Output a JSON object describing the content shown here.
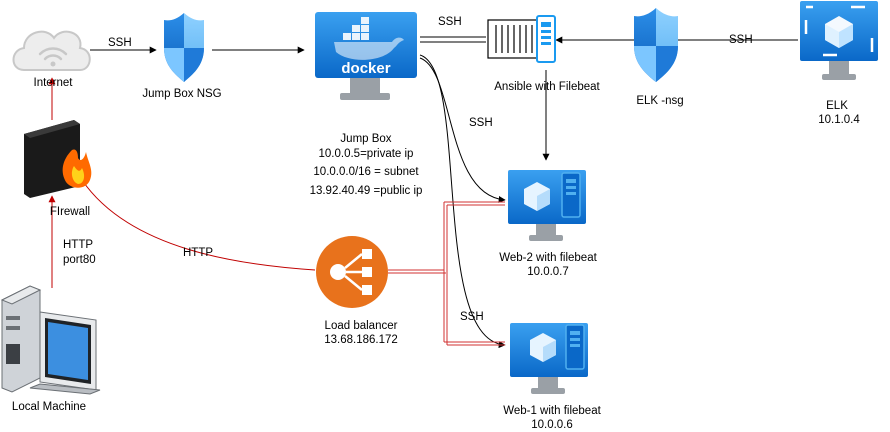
{
  "nodes": {
    "internet": {
      "label": "Internet"
    },
    "jumpbox_nsg": {
      "label": "Jump Box NSG"
    },
    "jumpbox": {
      "label": "Jump Box",
      "icon_text": "docker",
      "details": [
        "10.0.0.5=private ip",
        "10.0.0.0/16 = subnet",
        "13.92.40.49 =public ip"
      ]
    },
    "ansible": {
      "label": "Ansible with Filebeat"
    },
    "elk_nsg": {
      "label": "ELK -nsg"
    },
    "elk": {
      "label": "ELK",
      "ip": "10.1.0.4"
    },
    "firewall": {
      "label": "FIrewall"
    },
    "web2": {
      "label": "Web-2 with filebeat",
      "ip": "10.0.0.7"
    },
    "web1": {
      "label": "Web-1 with filebeat",
      "ip": "10.0.0.6"
    },
    "load_balancer": {
      "label": "Load balancer",
      "ip": "13.68.186.172"
    },
    "local_machine": {
      "label": "Local Machine"
    }
  },
  "edges": {
    "internet_to_nsg": "SSH",
    "jumpbox_to_ansible": "SSH",
    "elk_to_ansible": "SSH",
    "jumpbox_to_web2": "SSH",
    "jumpbox_to_web1": "SSH",
    "local_to_firewall_line1": "HTTP",
    "local_to_firewall_line2": "port80",
    "firewall_to_lb": "HTTP"
  },
  "colors": {
    "azure_blue": "#0078d4",
    "azure_light": "#50b0f0",
    "http_red": "#c00000",
    "lb_orange": "#e8721c",
    "line": "#000000"
  }
}
